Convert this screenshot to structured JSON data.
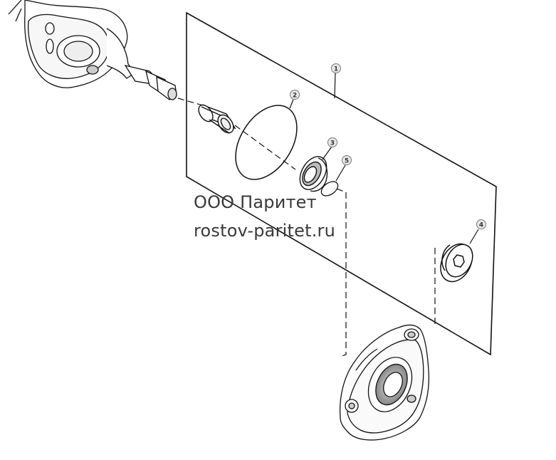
{
  "diagram": {
    "callouts": [
      {
        "id": "callout-1",
        "label": "1"
      },
      {
        "id": "callout-2",
        "label": "2"
      },
      {
        "id": "callout-3",
        "label": "3"
      },
      {
        "id": "callout-4",
        "label": "4"
      },
      {
        "id": "callout-5",
        "label": "5"
      }
    ]
  },
  "watermark": {
    "company": "ООО Паритет",
    "website": "rostov-paritet.ru"
  }
}
